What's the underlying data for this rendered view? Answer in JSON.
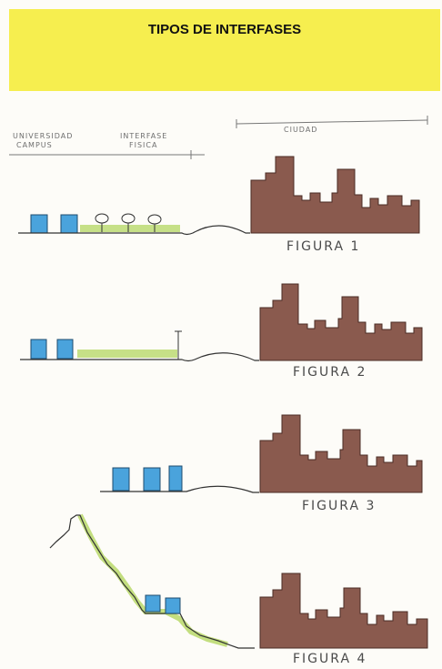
{
  "title": "TIPOS DE INTERFASES",
  "labels": {
    "campus_line1": "UNIVERSIDAD",
    "campus_line2": "CAMPUS",
    "interface_line1": "INTERFASE",
    "interface_line2": "FISICA",
    "city": "CIUDAD"
  },
  "figures": [
    {
      "label": "FIGURA 1"
    },
    {
      "label": "FIGURA 2"
    },
    {
      "label": "FIGURA 3"
    },
    {
      "label": "FIGURA 4"
    }
  ],
  "colors": {
    "banner": "#f6ee4f",
    "building_blue": "#4aa3dc",
    "city_brown": "#8a5a4e",
    "green": "#b8d86a"
  }
}
